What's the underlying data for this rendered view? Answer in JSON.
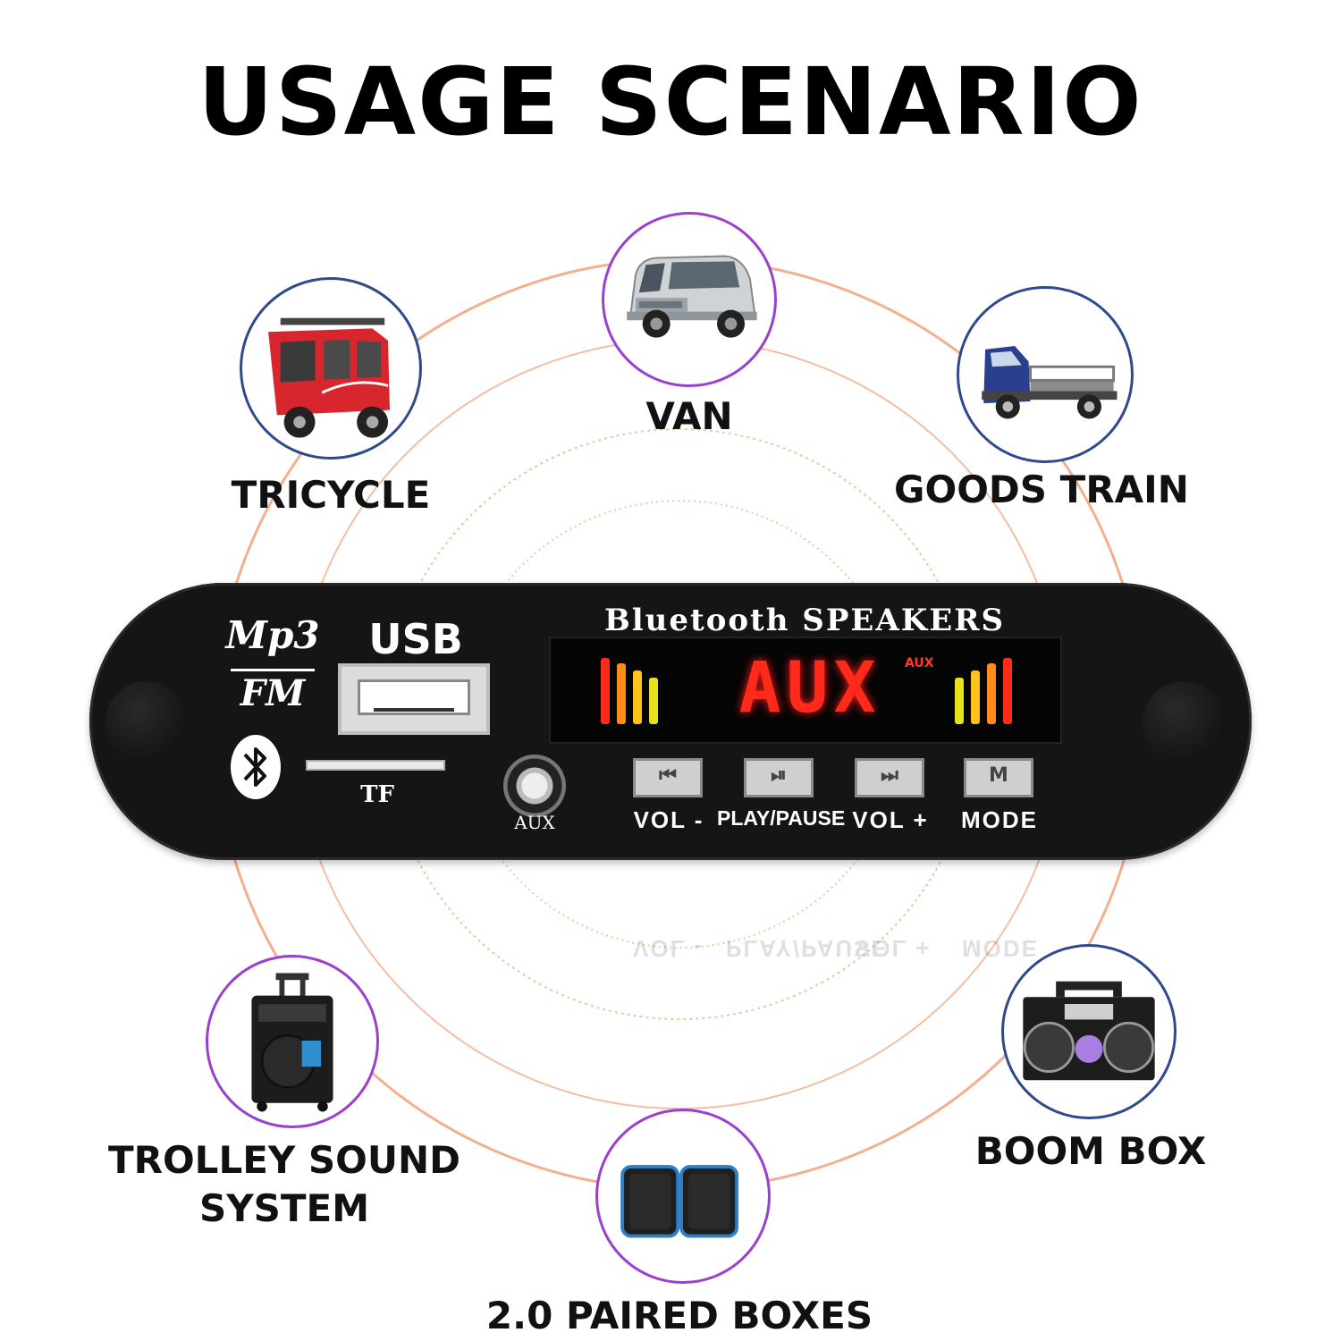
{
  "headline": "USAGE SCENARIO",
  "scenarios": {
    "van": "VAN",
    "tricycle": "TRICYCLE",
    "goods_train": "GOODS TRAIN",
    "trolley_line1": "TROLLEY SOUND",
    "trolley_line2": "SYSTEM",
    "boom_box": "BOOM BOX",
    "paired_boxes": "2.0 PAIRED BOXES"
  },
  "module": {
    "mp3": "Mp3",
    "fm": "FM",
    "usb": "USB",
    "tf": "TF",
    "aux": "AUX",
    "title": "Bluetooth SPEAKERS",
    "display_text": "AUX",
    "display_sub": "AUX",
    "buttons": [
      "VOL -",
      "PLAY/PAUSE",
      "VOL +",
      "MODE"
    ]
  },
  "colors": {
    "ring_purple": "#9a3fcf",
    "ring_blue": "#2e4a8c",
    "orbit": "#f1a27b",
    "display_red": "#ff2a1a"
  }
}
